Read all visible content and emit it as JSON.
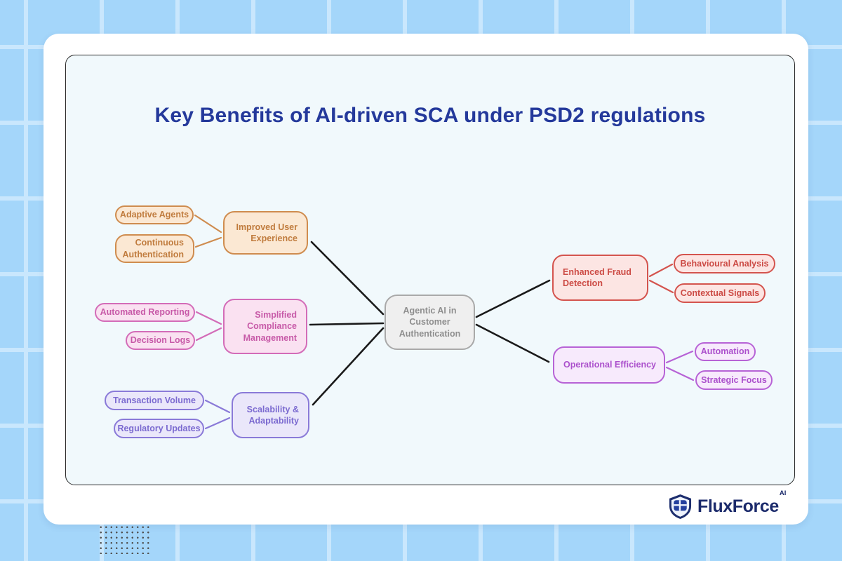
{
  "title": {
    "text": "Key Benefits of AI-driven SCA under PSD2 regulations",
    "color": "#24399b"
  },
  "center_node": {
    "label": "Agentic AI in Customer Authentication",
    "border": "#a9a9a9",
    "fill": "#efefef",
    "text_color": "#8e8e8e"
  },
  "branches": {
    "improved_user_experience": {
      "label": "Improved User Experience",
      "children": [
        "Adaptive Agents",
        "Continuous Authentication"
      ],
      "border": "#cf8c4f",
      "fill": "#fbe8d3",
      "text_color": "#c07c3e"
    },
    "simplified_compliance_management": {
      "label": "Simplified Compliance Management",
      "children": [
        "Automated Reporting",
        "Decision Logs"
      ],
      "border": "#d36cb8",
      "fill": "#fae1f1",
      "text_color": "#c75aa8"
    },
    "scalability_adaptability": {
      "label": "Scalability & Adaptability",
      "children": [
        "Transaction Volume",
        "Regulatory Updates"
      ],
      "border": "#8a7ad8",
      "fill": "#eae7fa",
      "text_color": "#7b6ad0"
    },
    "enhanced_fraud_detection": {
      "label": "Enhanced Fraud Detection",
      "children": [
        "Behavioural Analysis",
        "Contextual Signals"
      ],
      "border": "#d4544e",
      "fill": "#fce5e3",
      "text_color": "#cc4b45"
    },
    "operational_efficiency": {
      "label": "Operational Efficiency",
      "children": [
        "Automation",
        "Strategic Focus"
      ],
      "border": "#b763d6",
      "fill": "#f7eafc",
      "text_color": "#ab50cc"
    }
  },
  "logo": {
    "brand": "FluxForce",
    "suffix": "AI",
    "color": "#1b2a6b"
  },
  "background": {
    "base_color": "#a4d6fa",
    "grid_line_color": "#c9e7fd",
    "panel_color": "#f1f9fc",
    "edge_line_color": "#1a1a1a"
  }
}
